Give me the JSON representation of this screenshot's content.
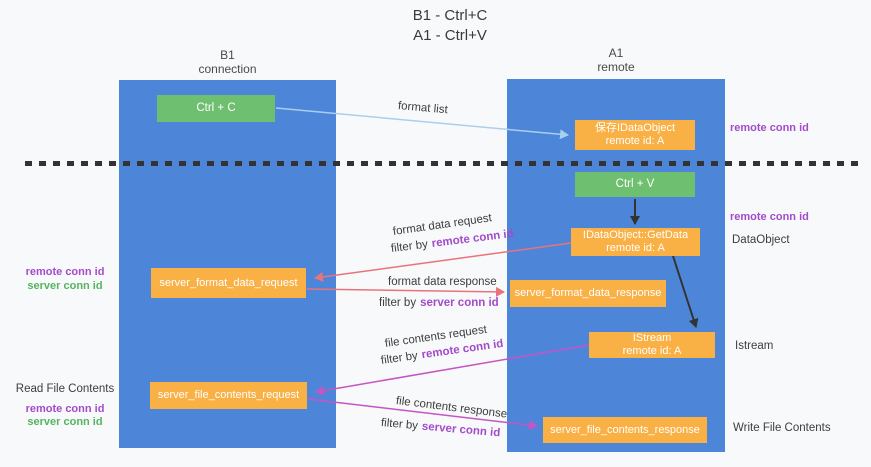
{
  "title": {
    "line1": "B1 - Ctrl+C",
    "line2": "A1 - Ctrl+V"
  },
  "lifelines": {
    "b1": {
      "name": "B1",
      "role": "connection"
    },
    "a1": {
      "name": "A1",
      "role": "remote"
    }
  },
  "nodes": {
    "ctrl_c": "Ctrl + C",
    "ctrl_v": "Ctrl + V",
    "save_dataobject": {
      "line1": "保存IDataObject",
      "line2": "remote id: A"
    },
    "getdata": {
      "line1": "IDataObject::GetData",
      "line2": "remote id: A"
    },
    "istream": {
      "line1": "IStream",
      "line2": "remote id: A"
    },
    "server_format_data_request": "server_format_data_request",
    "server_format_data_response": "server_format_data_response",
    "server_file_contents_request": "server_file_contents_request",
    "server_file_contents_response": "server_file_contents_response"
  },
  "arrow_labels": {
    "format_list": "format list",
    "format_data_request": "format data request",
    "format_data_response": "format data response",
    "file_contents_request": "file contents request",
    "file_contents_response": "file contents response",
    "filter_by": "filter by",
    "remote_conn_id": "remote conn id",
    "server_conn_id": "server conn id"
  },
  "annotations": {
    "remote_conn_id": "remote conn id",
    "server_conn_id": "server conn id",
    "dataobject": "DataObject",
    "istream": "Istream",
    "read_file_contents": "Read File Contents",
    "write_file_contents": "Write File Contents"
  },
  "colors": {
    "lifeline_blue": "#4d86d8",
    "node_orange": "#f9b045",
    "node_green": "#6ebf70",
    "arrow_salmon": "#e8737c",
    "arrow_magenta": "#c455c4",
    "arrow_lightblue": "#a9cfee",
    "arrow_black": "#333333",
    "text_purple": "#a44bcb",
    "text_green": "#55b45f"
  }
}
